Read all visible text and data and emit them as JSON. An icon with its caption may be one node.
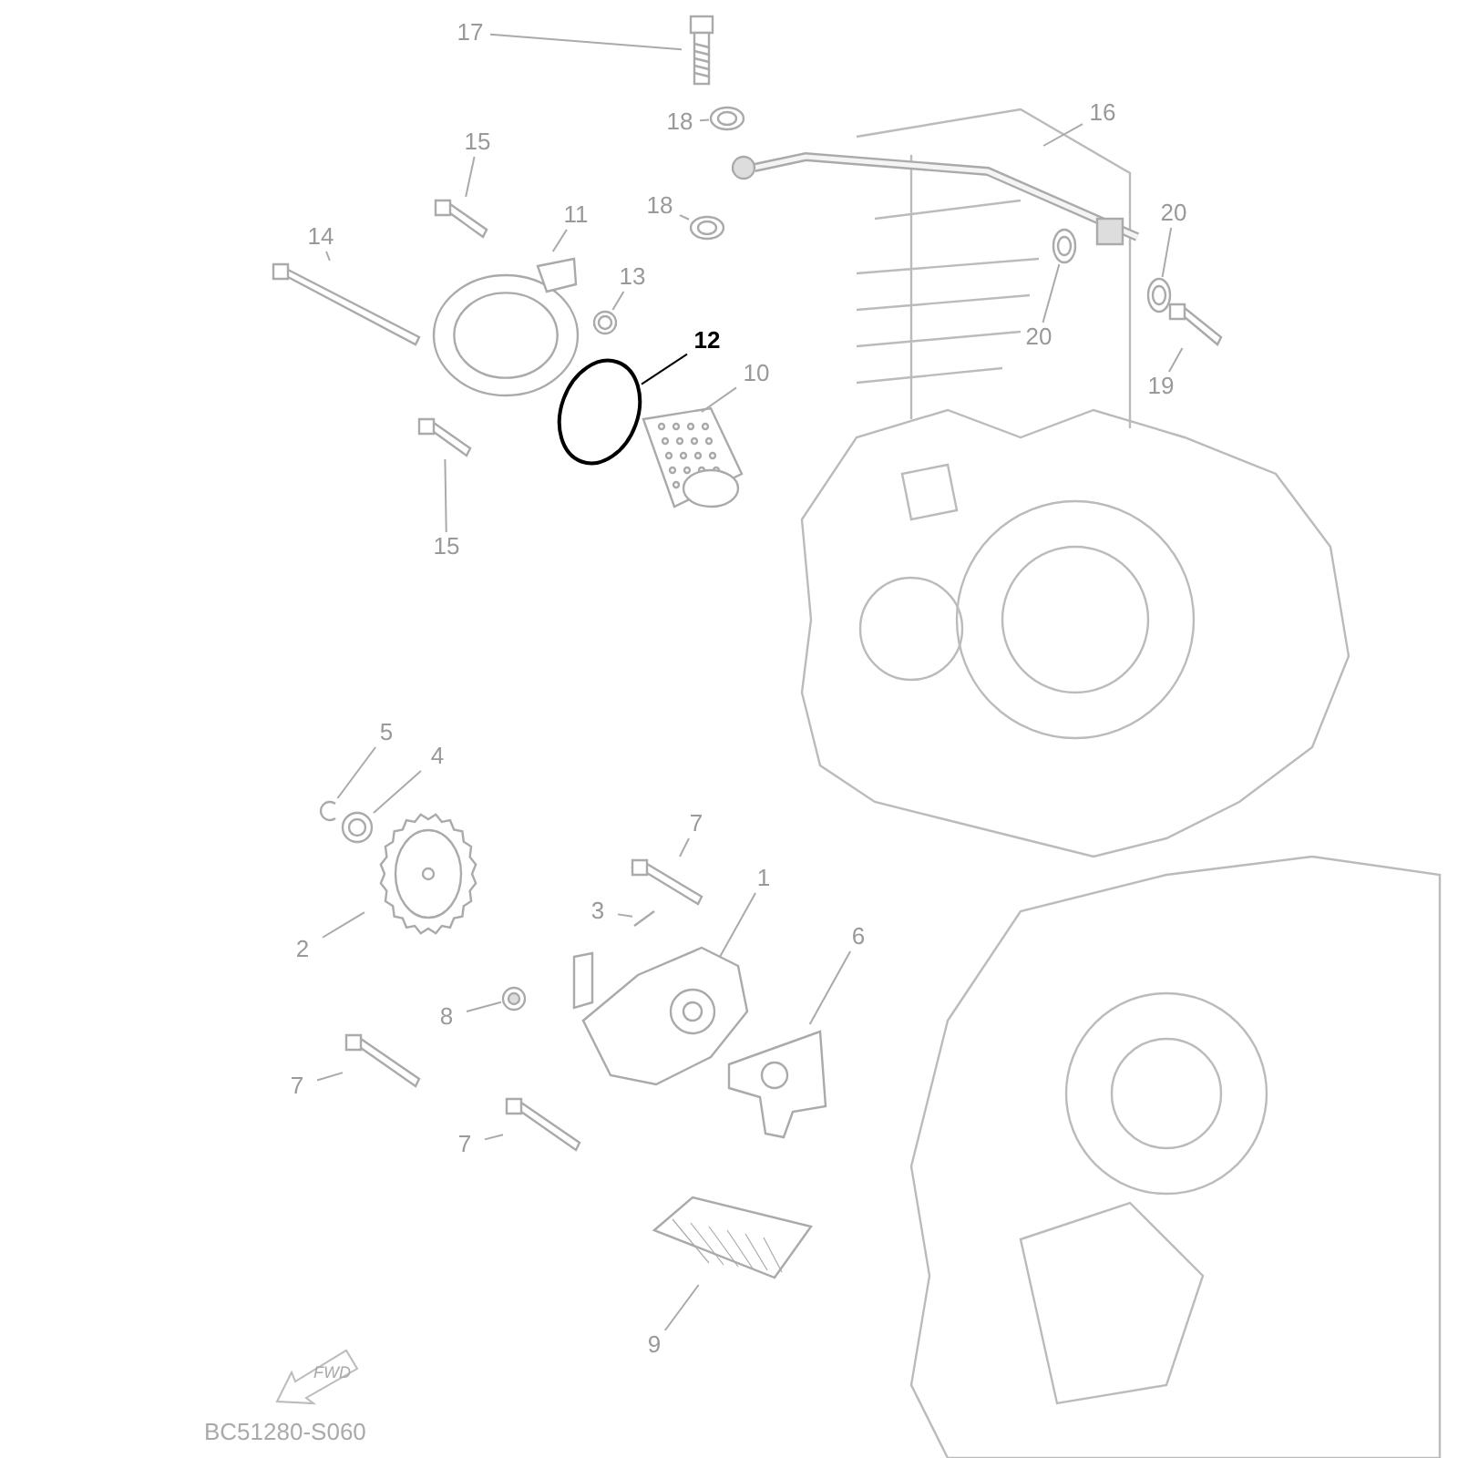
{
  "diagram": {
    "nodes": [
      {
        "text": [
          "17"
        ]
      },
      {
        "text": [],
        "shape": "picture"
      },
      {
        "text": [
          "18"
        ]
      },
      {
        "text": [],
        "shape": "picture"
      },
      {
        "text": [
          "16"
        ]
      },
      {
        "text": [],
        "shape": "picture"
      },
      {
        "text": [
          "15"
        ]
      },
      {
        "text": [],
        "shape": "picture"
      },
      {
        "text": [
          "11"
        ]
      },
      {
        "text": [],
        "shape": "picture"
      },
      {
        "text": [
          "14"
        ]
      },
      {
        "text": [],
        "shape": "picture"
      },
      {
        "text": [
          "13"
        ]
      },
      {
        "text": [],
        "shape": "picture"
      },
      {
        "text": [
          "12"
        ]
      },
      {
        "text": [],
        "shape": "circle"
      },
      {
        "text": [
          "10"
        ]
      },
      {
        "text": [],
        "shape": "picture"
      },
      {
        "text": [
          "18"
        ]
      },
      {
        "text": [],
        "shape": "picture"
      },
      {
        "text": [
          "20"
        ]
      },
      {
        "text": [],
        "shape": "picture"
      },
      {
        "text": [
          "20"
        ]
      },
      {
        "text": [],
        "shape": "picture"
      },
      {
        "text": [
          "19"
        ]
      },
      {
        "text": [],
        "shape": "picture"
      },
      {
        "text": [
          "15"
        ]
      },
      {
        "text": [],
        "shape": "picture"
      },
      {
        "text": [
          "5"
        ]
      },
      {
        "text": [],
        "shape": "picture"
      },
      {
        "text": [
          "4"
        ]
      },
      {
        "text": [],
        "shape": "picture"
      },
      {
        "text": [
          "2"
        ]
      },
      {
        "text": [],
        "shape": "picture"
      },
      {
        "text": [
          "7"
        ]
      },
      {
        "text": [],
        "shape": "picture"
      },
      {
        "text": [
          "3"
        ]
      },
      {
        "text": [],
        "shape": "picture"
      },
      {
        "text": [
          "1"
        ]
      },
      {
        "text": [],
        "shape": "picture"
      },
      {
        "text": [
          "6"
        ]
      },
      {
        "text": [],
        "shape": "picture"
      },
      {
        "text": [
          "8"
        ]
      },
      {
        "text": [],
        "shape": "picture"
      },
      {
        "text": [
          "7"
        ]
      },
      {
        "text": [],
        "shape": "picture"
      },
      {
        "text": [
          "7"
        ]
      },
      {
        "text": [],
        "shape": "picture"
      },
      {
        "text": [
          "9"
        ]
      },
      {
        "text": [],
        "shape": "picture"
      }
    ],
    "edges": [
      {
        "from": 0,
        "to": 1,
        "arrow": "none"
      },
      {
        "from": 2,
        "to": 3,
        "arrow": "none"
      },
      {
        "from": 4,
        "to": 5,
        "arrow": "none"
      },
      {
        "from": 6,
        "to": 7,
        "arrow": "none"
      },
      {
        "from": 8,
        "to": 9,
        "arrow": "none"
      },
      {
        "from": 10,
        "to": 11,
        "arrow": "none"
      },
      {
        "from": 12,
        "to": 13,
        "arrow": "none"
      },
      {
        "from": 14,
        "to": 15,
        "arrow": "none",
        "color": "#000000"
      },
      {
        "from": 16,
        "to": 17,
        "arrow": "none"
      },
      {
        "from": 18,
        "to": 19,
        "arrow": "none"
      },
      {
        "from": 20,
        "to": 21,
        "arrow": "none"
      },
      {
        "from": 22,
        "to": 23,
        "arrow": "none"
      },
      {
        "from": 24,
        "to": 25,
        "arrow": "none"
      },
      {
        "from": 26,
        "to": 27,
        "arrow": "none"
      },
      {
        "from": 28,
        "to": 29,
        "arrow": "none"
      },
      {
        "from": 30,
        "to": 31,
        "arrow": "none"
      },
      {
        "from": 32,
        "to": 33,
        "arrow": "none"
      },
      {
        "from": 34,
        "to": 35,
        "arrow": "none"
      },
      {
        "from": 36,
        "to": 37,
        "arrow": "none"
      },
      {
        "from": 38,
        "to": 39,
        "arrow": "none"
      },
      {
        "from": 40,
        "to": 41,
        "arrow": "none"
      },
      {
        "from": 42,
        "to": 43,
        "arrow": "none"
      },
      {
        "from": 44,
        "to": 45,
        "arrow": "none"
      },
      {
        "from": 46,
        "to": 47,
        "arrow": "none"
      },
      {
        "from": 48,
        "to": 49,
        "arrow": "none"
      }
    ],
    "labels": [
      "FWD",
      "BC51280-S060"
    ]
  }
}
